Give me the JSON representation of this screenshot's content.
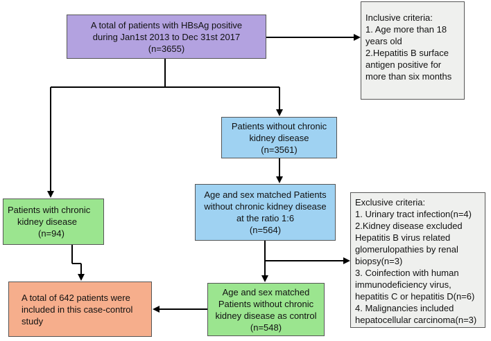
{
  "colors": {
    "purple": "#b3a2e0",
    "blue": "#9fd2f2",
    "green": "#9be58f",
    "orange": "#f6ae8c",
    "grey": "#eff0ee",
    "arrow": "#000000"
  },
  "boxes": {
    "total_patients": {
      "lines": [
        "A total of patients with HBsAg positive",
        "during Jan1st 2013 to Dec 31st 2017",
        "(n=3655)"
      ]
    },
    "inclusive": {
      "lines": [
        "Inclusive criteria:",
        "1. Age more than 18",
        "years old",
        "2.Hepatitis B surface",
        "antigen positive for",
        "more than six months"
      ]
    },
    "without_ckd": {
      "lines": [
        "Patients without chronic",
        "kidney disease",
        "(n=3561)"
      ]
    },
    "matched": {
      "lines": [
        "Age and sex matched Patients",
        "without chronic kidney disease",
        "at the ratio 1:6",
        "(n=564)"
      ]
    },
    "with_ckd": {
      "lines": [
        "Patients with chronic",
        "kidney disease",
        "(n=94)"
      ]
    },
    "exclusive": {
      "lines": [
        "Exclusive criteria:",
        "1. Urinary tract infection(n=4)",
        "2.Kidney disease excluded",
        "Hepatitis B virus related",
        "glomerulopathies by renal",
        "biopsy(n=3)",
        "3. Coinfection with  human",
        "immunodeficiency virus,",
        "hepatitis C or hepatitis D(n=6)",
        "4. Malignancies included",
        "hepatocellular carcinoma(n=3)"
      ]
    },
    "control": {
      "lines": [
        "Age and sex matched",
        "Patients without chronic",
        "kidney disease as control",
        "(n=548)"
      ]
    },
    "final": {
      "lines": [
        "A total of 642 patients were",
        "included in this case-control",
        "study"
      ]
    }
  }
}
